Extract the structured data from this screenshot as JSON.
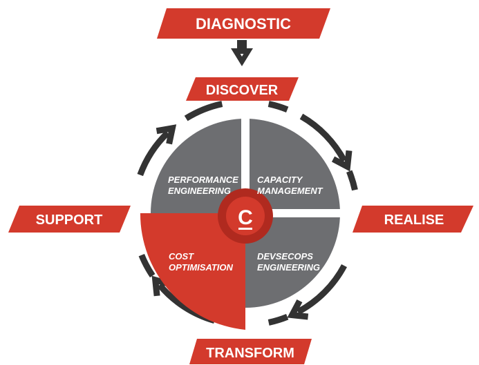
{
  "top_banner": "DIAGNOSTIC",
  "stages": {
    "discover": "DISCOVER",
    "realise": "REALISE",
    "transform": "TRANSFORM",
    "support": "SUPPORT"
  },
  "quadrants": {
    "top_left": [
      "PERFORMANCE",
      "ENGINEERING"
    ],
    "top_right": [
      "CAPACITY",
      "MANAGEMENT"
    ],
    "bottom_left": [
      "COST",
      "OPTIMISATION"
    ],
    "bottom_right": [
      "DEVSECOPS",
      "ENGINEERING"
    ]
  },
  "center_logo_letter": "C",
  "colors": {
    "accent_red": "#d33a2c",
    "dark_red": "#b02a1f",
    "gray": "#6d6e71",
    "dark_gray": "#414042",
    "ring": "#333333"
  }
}
